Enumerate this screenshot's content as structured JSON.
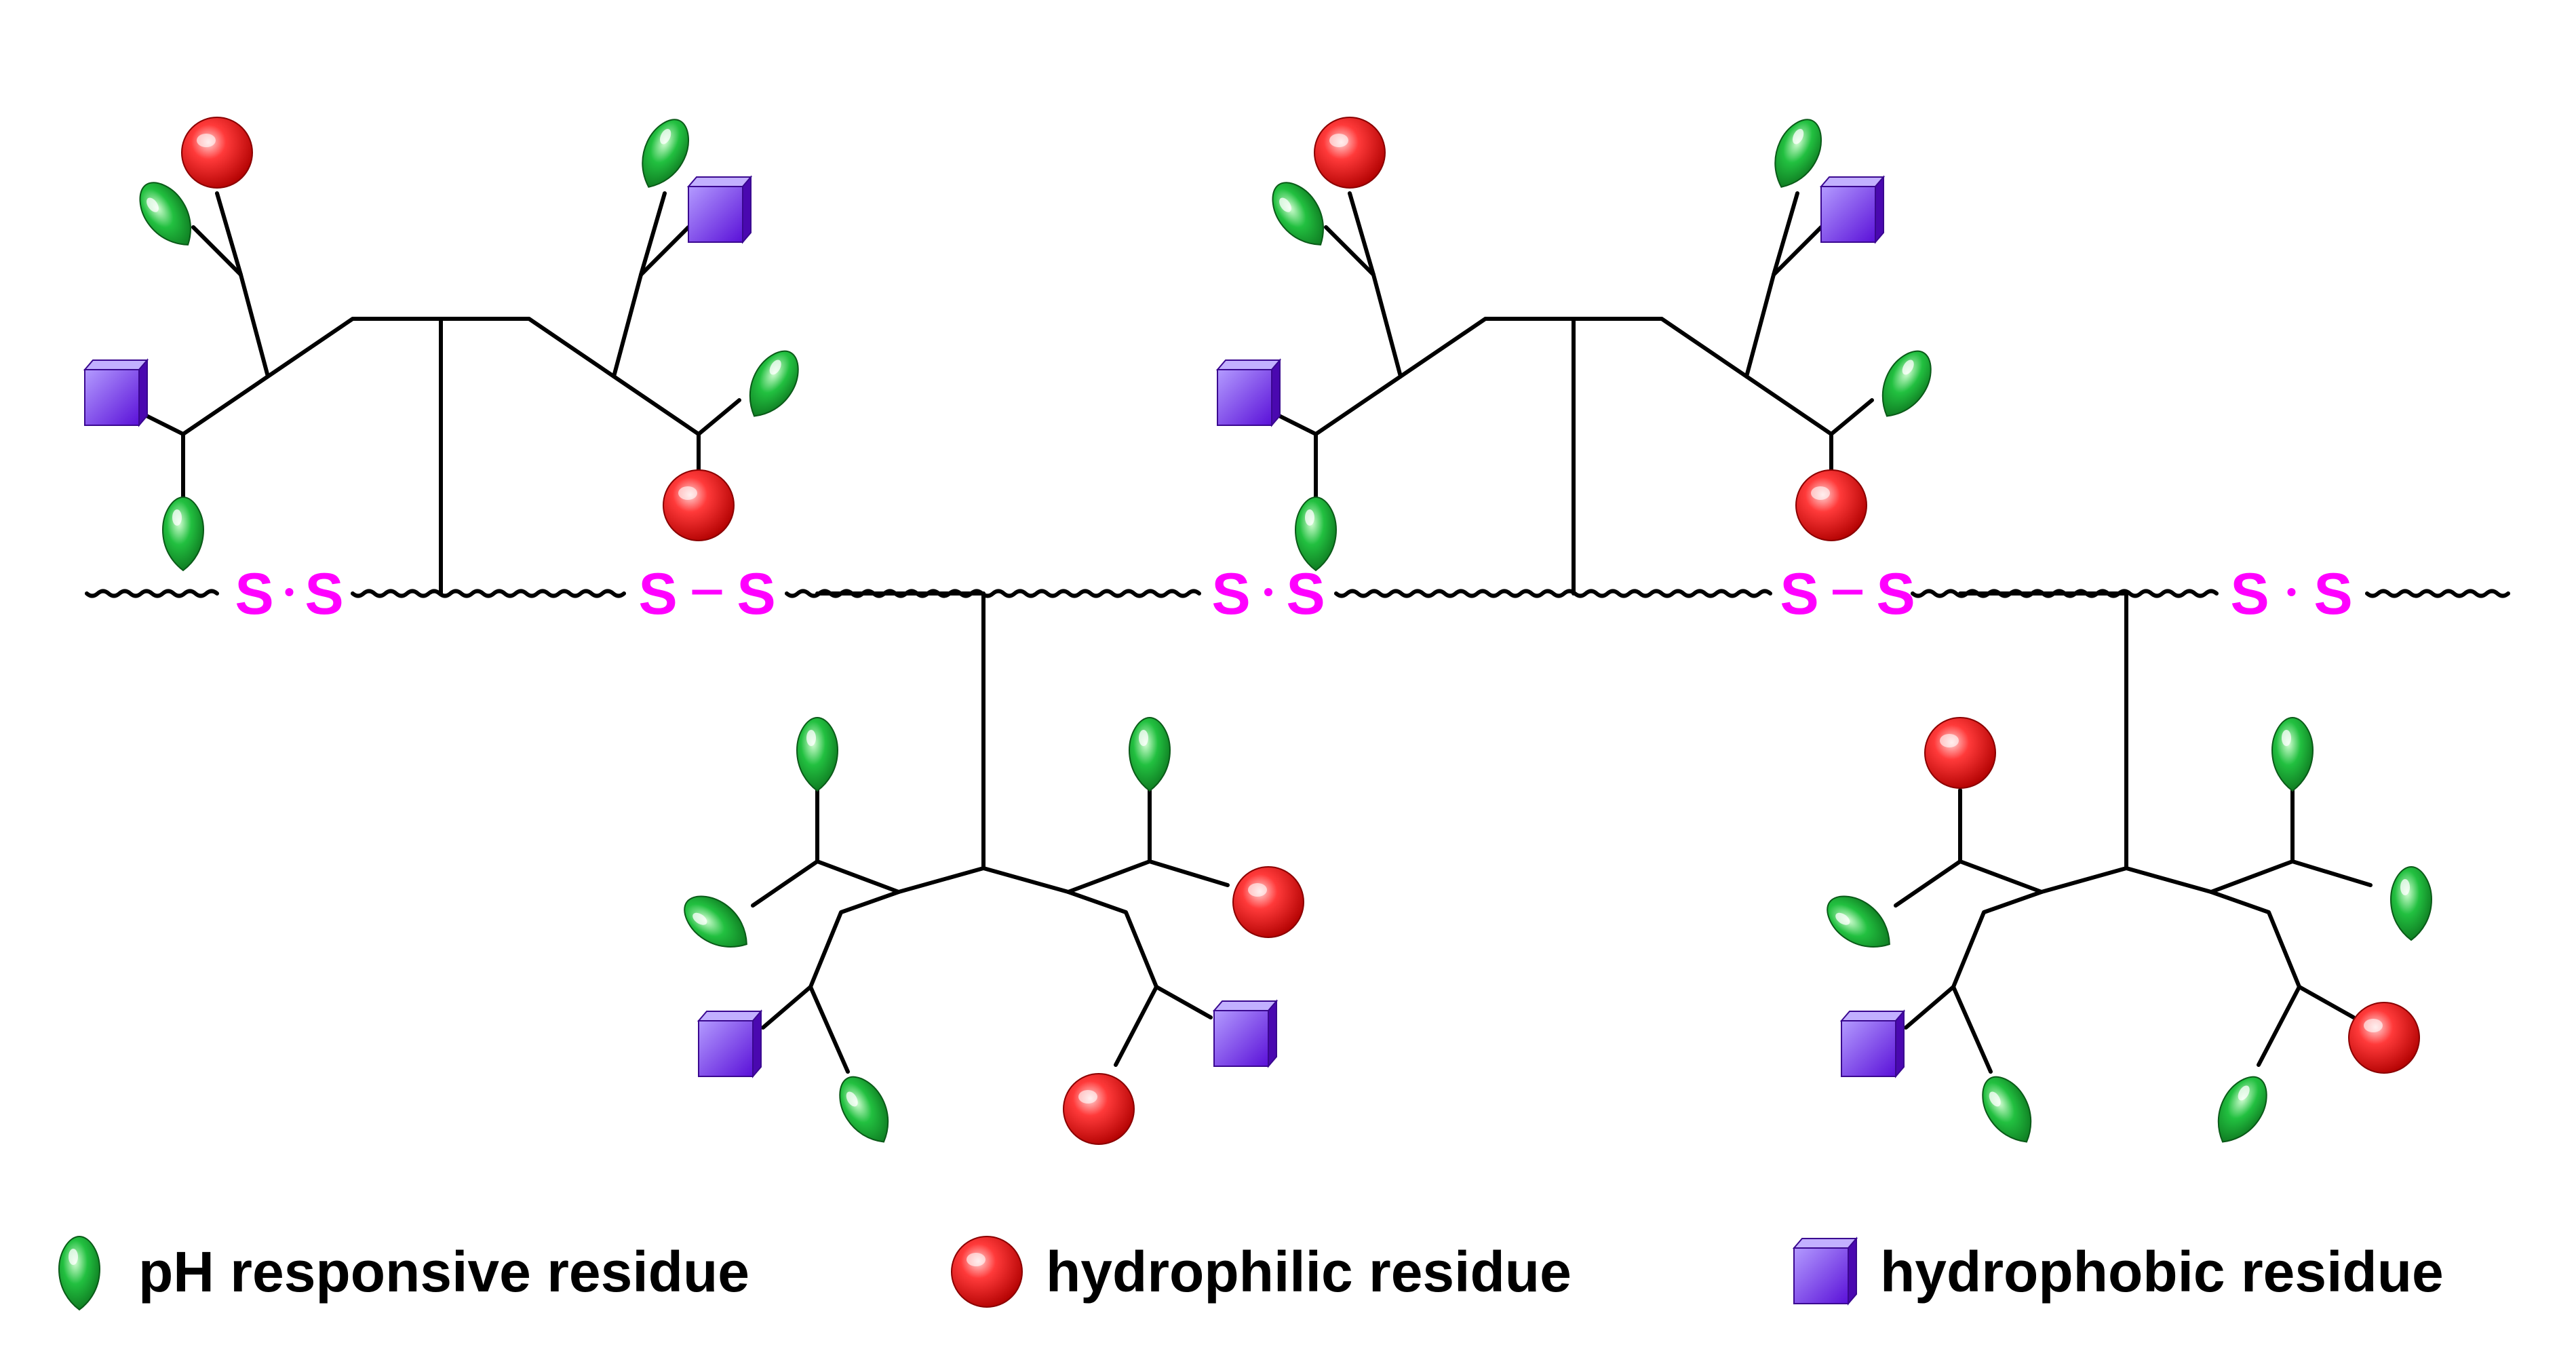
{
  "colors": {
    "background": "#ffffff",
    "backbone": "#000000",
    "disulfide": "#ff00ff",
    "ph_responsive": "#1aa33a",
    "hydrophilic": "#e81010",
    "hydrophobic": "#7722ee"
  },
  "backbone": {
    "disulfide_atom": "S"
  },
  "legend": {
    "items": [
      {
        "key": "ph",
        "icon": "green-droplet-icon",
        "label": "pH responsive residue"
      },
      {
        "key": "hydrophilic",
        "icon": "red-sphere-icon",
        "label": "hydrophilic residue"
      },
      {
        "key": "hydrophobic",
        "icon": "purple-cube-icon",
        "label": "hydrophobic residue"
      }
    ]
  }
}
